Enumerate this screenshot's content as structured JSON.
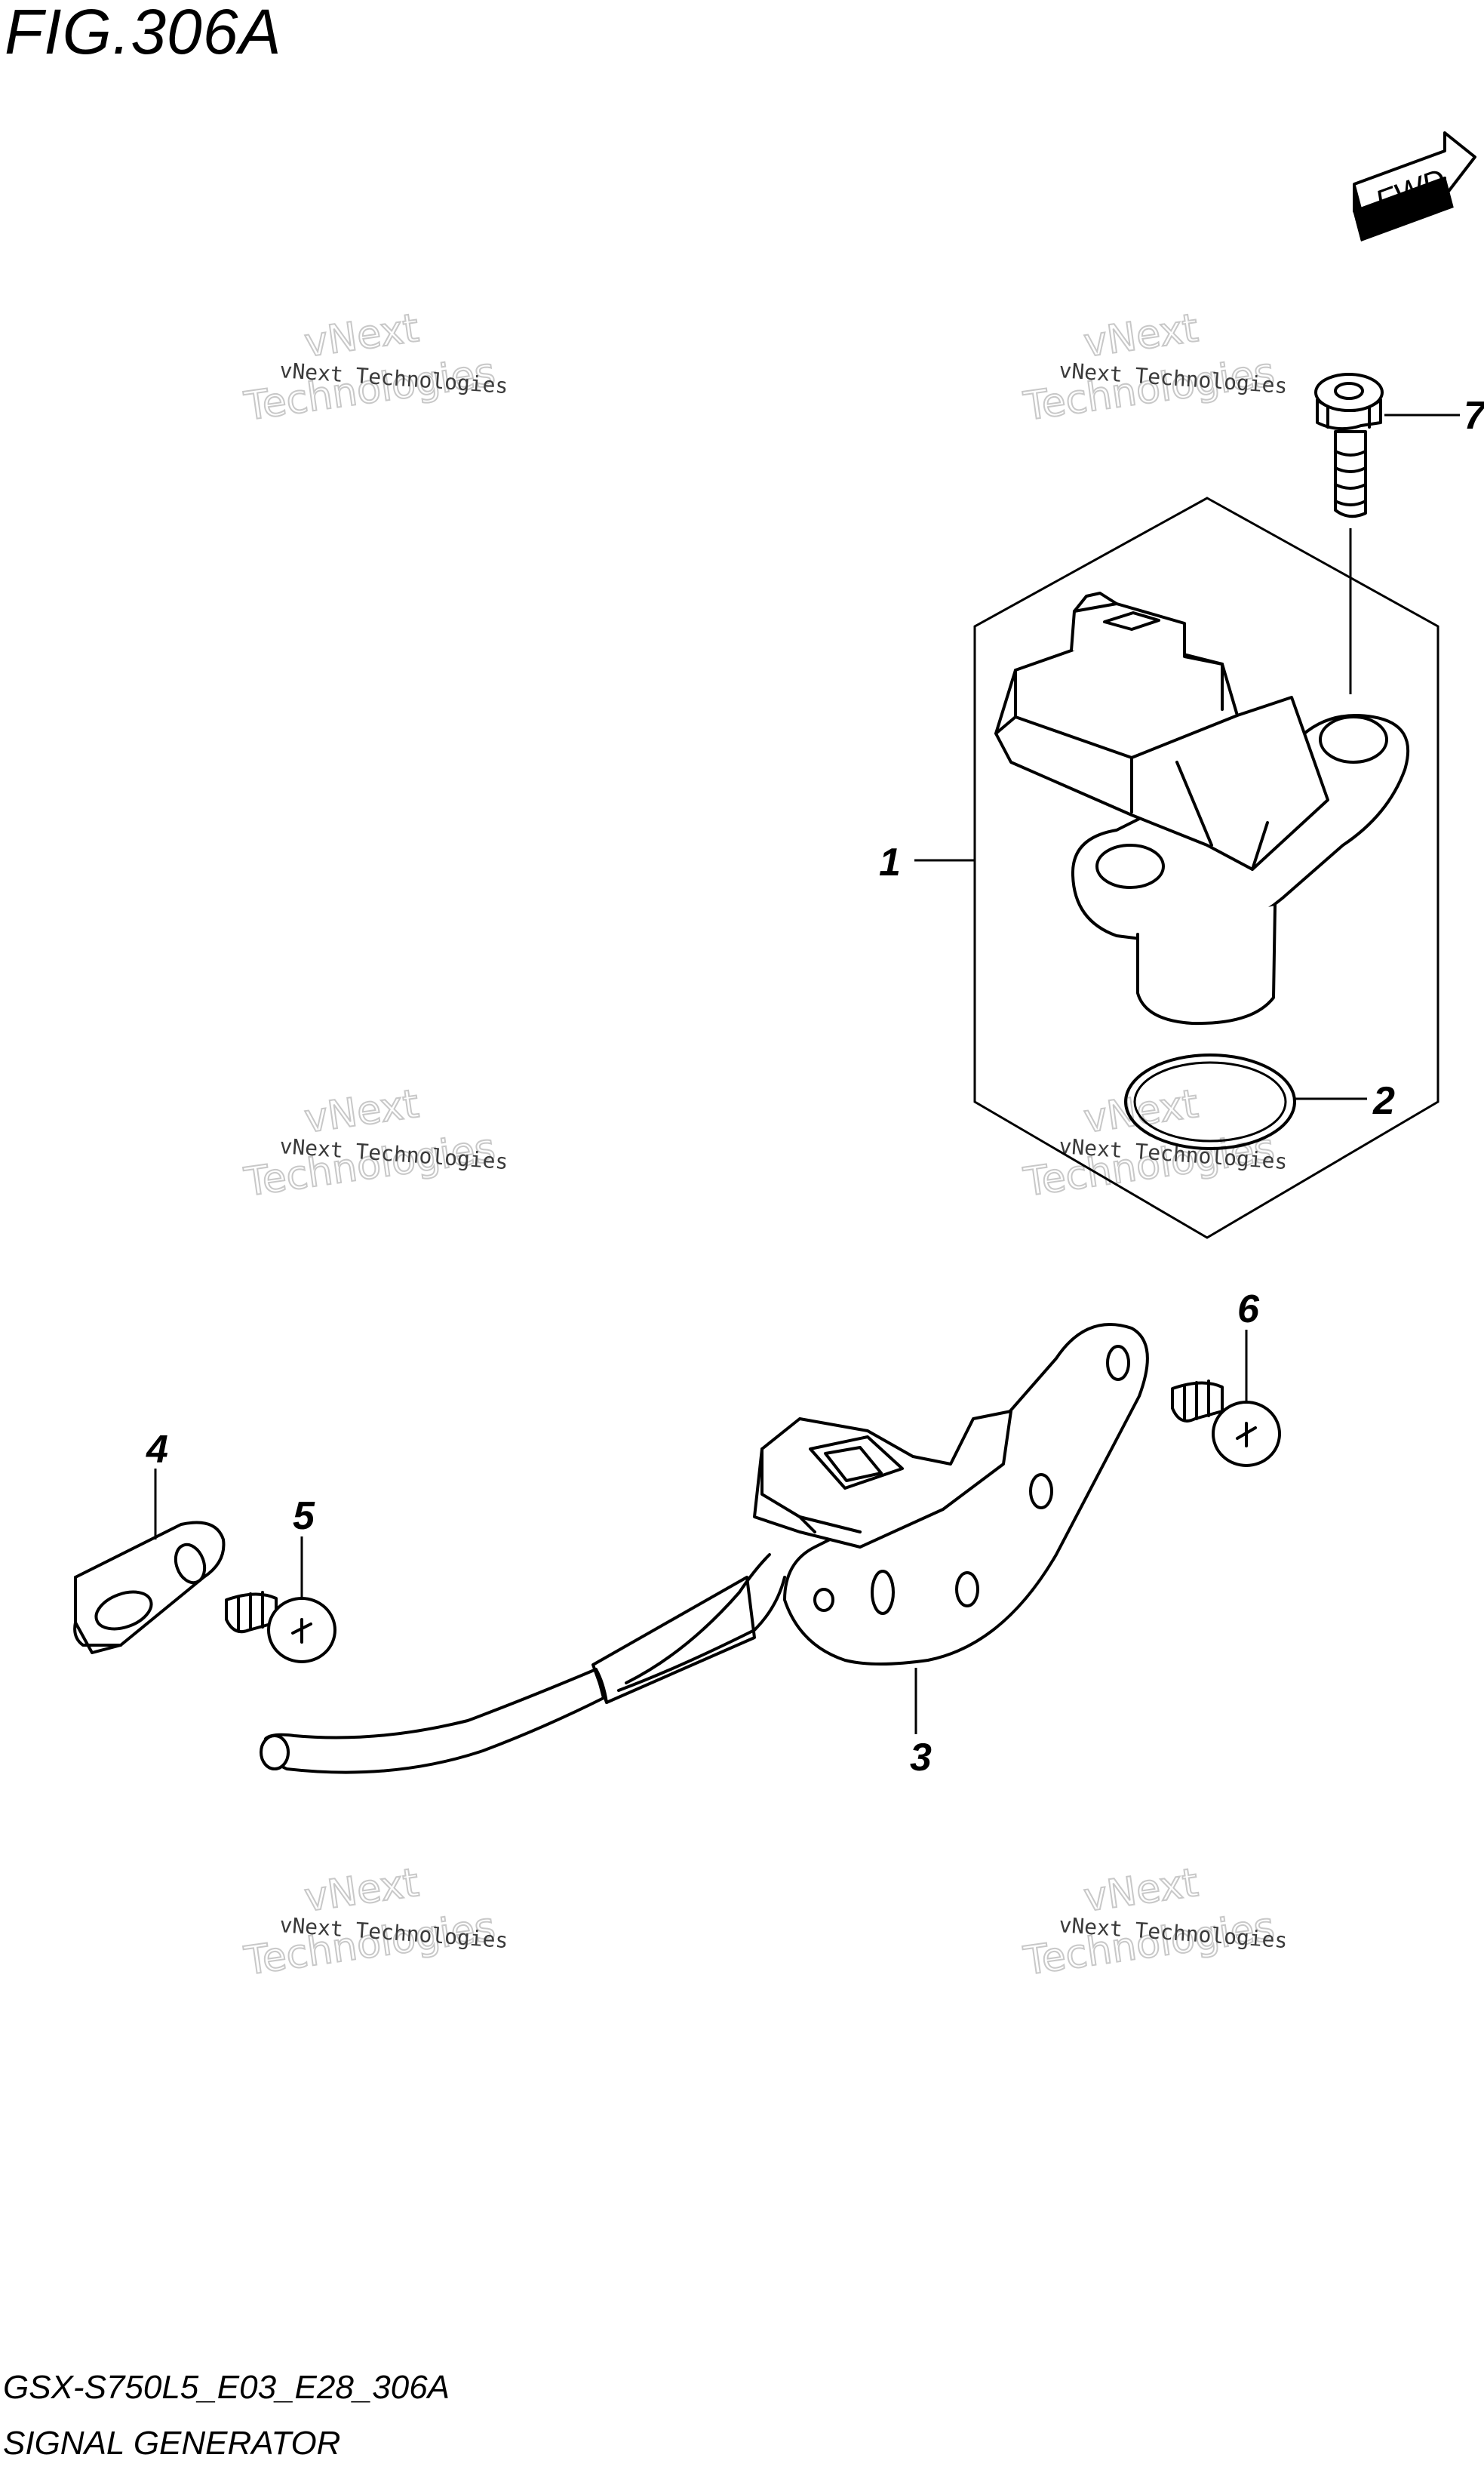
{
  "figure": {
    "title": "FIG.306A",
    "model_code": "GSX-S750L5_E03_E28_306A",
    "section_name": "SIGNAL GENERATOR",
    "direction_label": "FWD"
  },
  "callouts": [
    {
      "number": "1"
    },
    {
      "number": "2"
    },
    {
      "number": "3"
    },
    {
      "number": "4"
    },
    {
      "number": "5"
    },
    {
      "number": "6"
    },
    {
      "number": "7"
    }
  ],
  "watermarks": [
    {
      "line1": "vNext Technologies",
      "line2": "vNext",
      "line3": "Technologies"
    },
    {
      "line1": "vNext Technologies",
      "line2": "vNext",
      "line3": "Technologies"
    },
    {
      "line1": "vNext Technologies",
      "line2": "vNext",
      "line3": "Technologies"
    },
    {
      "line1": "vNext Technologies",
      "line2": "vNext",
      "line3": "Technologies"
    },
    {
      "line1": "vNext Technologies",
      "line2": "vNext",
      "line3": "Technologies"
    },
    {
      "line1": "vNext Technologies",
      "line2": "vNext",
      "line3": "Technologies"
    }
  ]
}
